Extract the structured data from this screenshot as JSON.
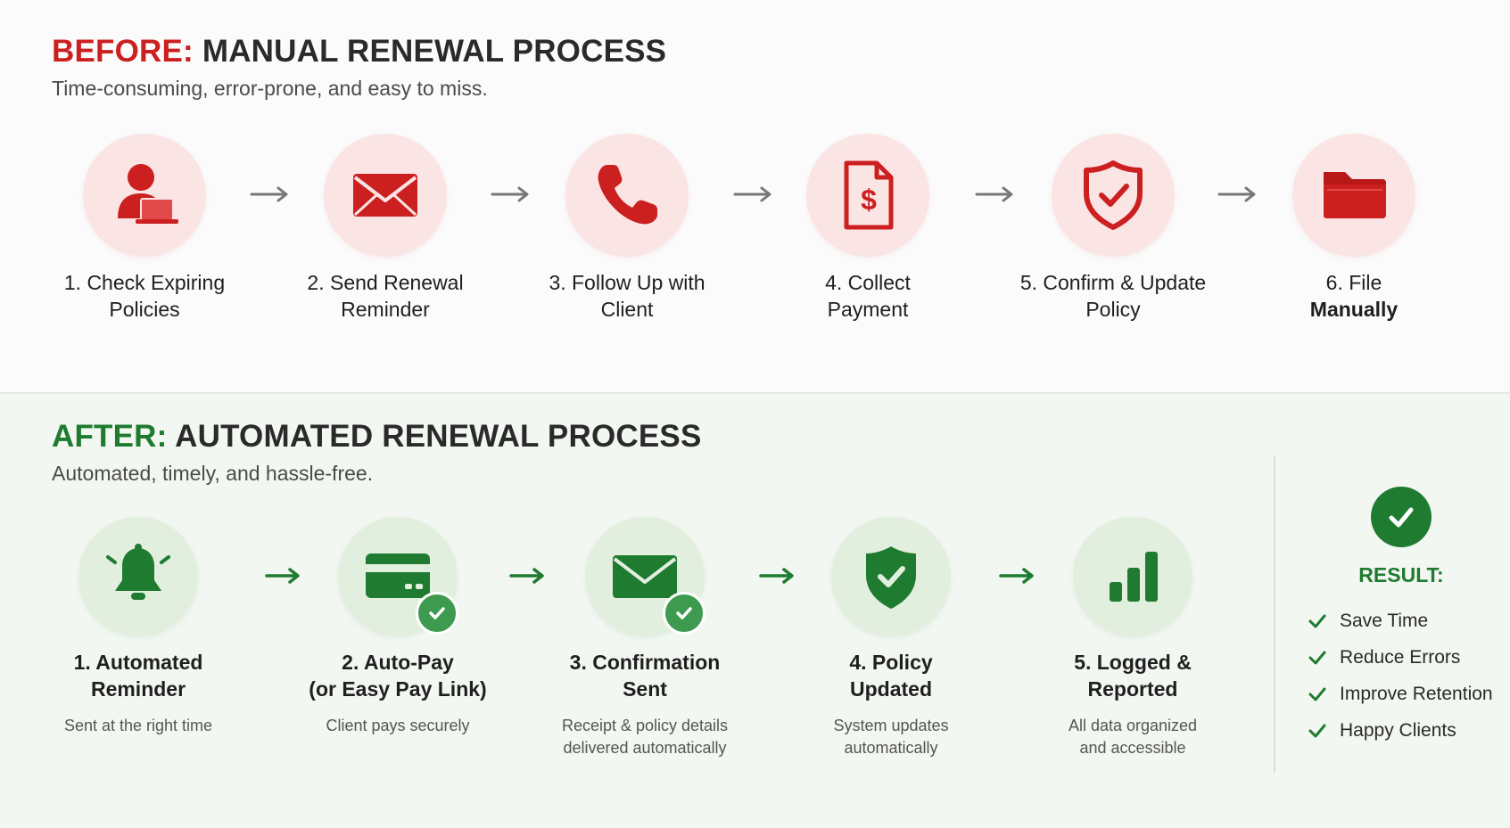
{
  "before": {
    "title_tag": "BEFORE:",
    "title_rest": "MANUAL RENEWAL PROCESS",
    "subtitle": "Time-consuming, error-prone, and easy to miss.",
    "steps": [
      {
        "line1": "1. Check Expiring",
        "line2": "Policies",
        "icon": "user-laptop-icon"
      },
      {
        "line1": "2. Send Renewal",
        "line2": "Reminder",
        "icon": "envelope-icon"
      },
      {
        "line1": "3. Follow Up with",
        "line2": "Client",
        "icon": "phone-icon"
      },
      {
        "line1": "4. Collect",
        "line2": "Payment",
        "icon": "invoice-dollar-icon"
      },
      {
        "line1": "5. Confirm & Update",
        "line2": "Policy",
        "icon": "shield-check-icon"
      },
      {
        "line1": "6. File",
        "line2": "Manually",
        "icon": "folder-icon"
      }
    ]
  },
  "after": {
    "title_tag": "AFTER:",
    "title_rest": "AUTOMATED RENEWAL PROCESS",
    "subtitle": "Automated, timely, and hassle-free.",
    "steps": [
      {
        "line1": "1. Automated",
        "line2": "Reminder",
        "desc1": "Sent at the right time",
        "desc2": "",
        "icon": "bell-icon"
      },
      {
        "line1": "2. Auto-Pay",
        "line2": "(or Easy Pay Link)",
        "desc1": "Client pays securely",
        "desc2": "",
        "icon": "credit-card-icon"
      },
      {
        "line1": "3. Confirmation",
        "line2": "Sent",
        "desc1": "Receipt & policy details",
        "desc2": "delivered automatically",
        "icon": "envelope-icon"
      },
      {
        "line1": "4. Policy",
        "line2": "Updated",
        "desc1": "System updates",
        "desc2": "automatically",
        "icon": "shield-check-icon"
      },
      {
        "line1": "5. Logged &",
        "line2": "Reported",
        "desc1": "All data organized",
        "desc2": "and accessible",
        "icon": "bar-chart-icon"
      }
    ]
  },
  "result": {
    "title": "RESULT:",
    "items": [
      "Save Time",
      "Reduce Errors",
      "Improve Retention",
      "Happy Clients"
    ]
  },
  "colors": {
    "red": "#cc1f1f",
    "red_light": "#fbe4e4",
    "green": "#1e7b30",
    "green_light": "#e2efdf",
    "badge_green": "#3e9a4e",
    "arrow_gray": "#777777"
  }
}
